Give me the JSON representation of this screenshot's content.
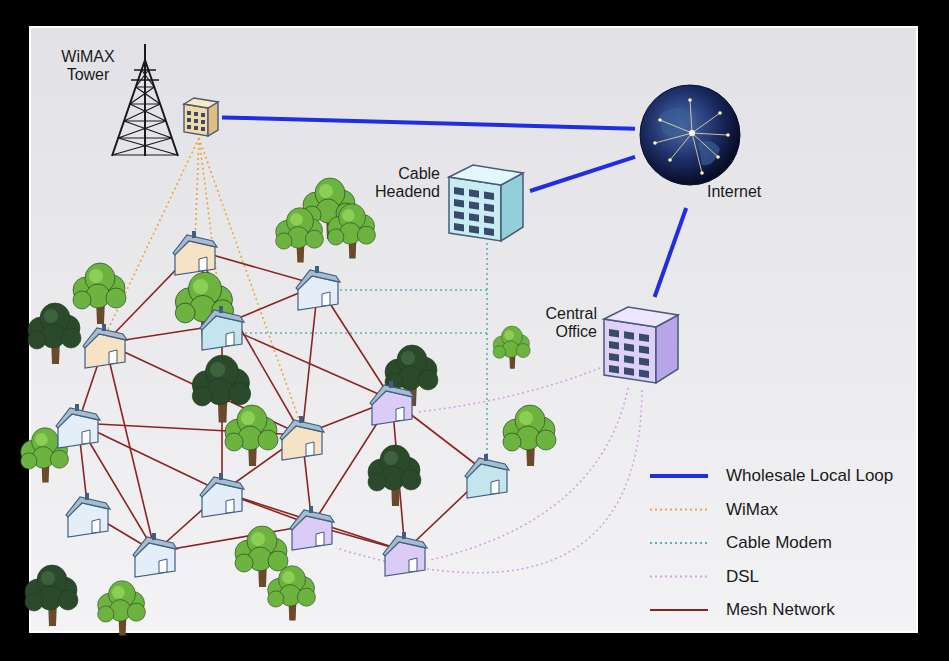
{
  "diagram": {
    "nodes": [
      {
        "text": [
          "WiMAX Tower"
        ]
      },
      {
        "text": [
          "Internet"
        ]
      },
      {
        "text": [
          "Cable Headend"
        ]
      },
      {
        "text": [
          "Central Office"
        ]
      }
    ],
    "edges": [
      {
        "from": 0,
        "to": 1,
        "arrow": "none"
      },
      {
        "from": 2,
        "to": 1,
        "arrow": "none"
      },
      {
        "from": 3,
        "to": 1,
        "arrow": "none"
      }
    ],
    "legend": [
      {
        "text": "Wholesale Local Loop"
      },
      {
        "text": "WiMax"
      },
      {
        "text": "Cable Modem"
      },
      {
        "text": "DSL"
      },
      {
        "text": "Mesh Network"
      }
    ]
  }
}
